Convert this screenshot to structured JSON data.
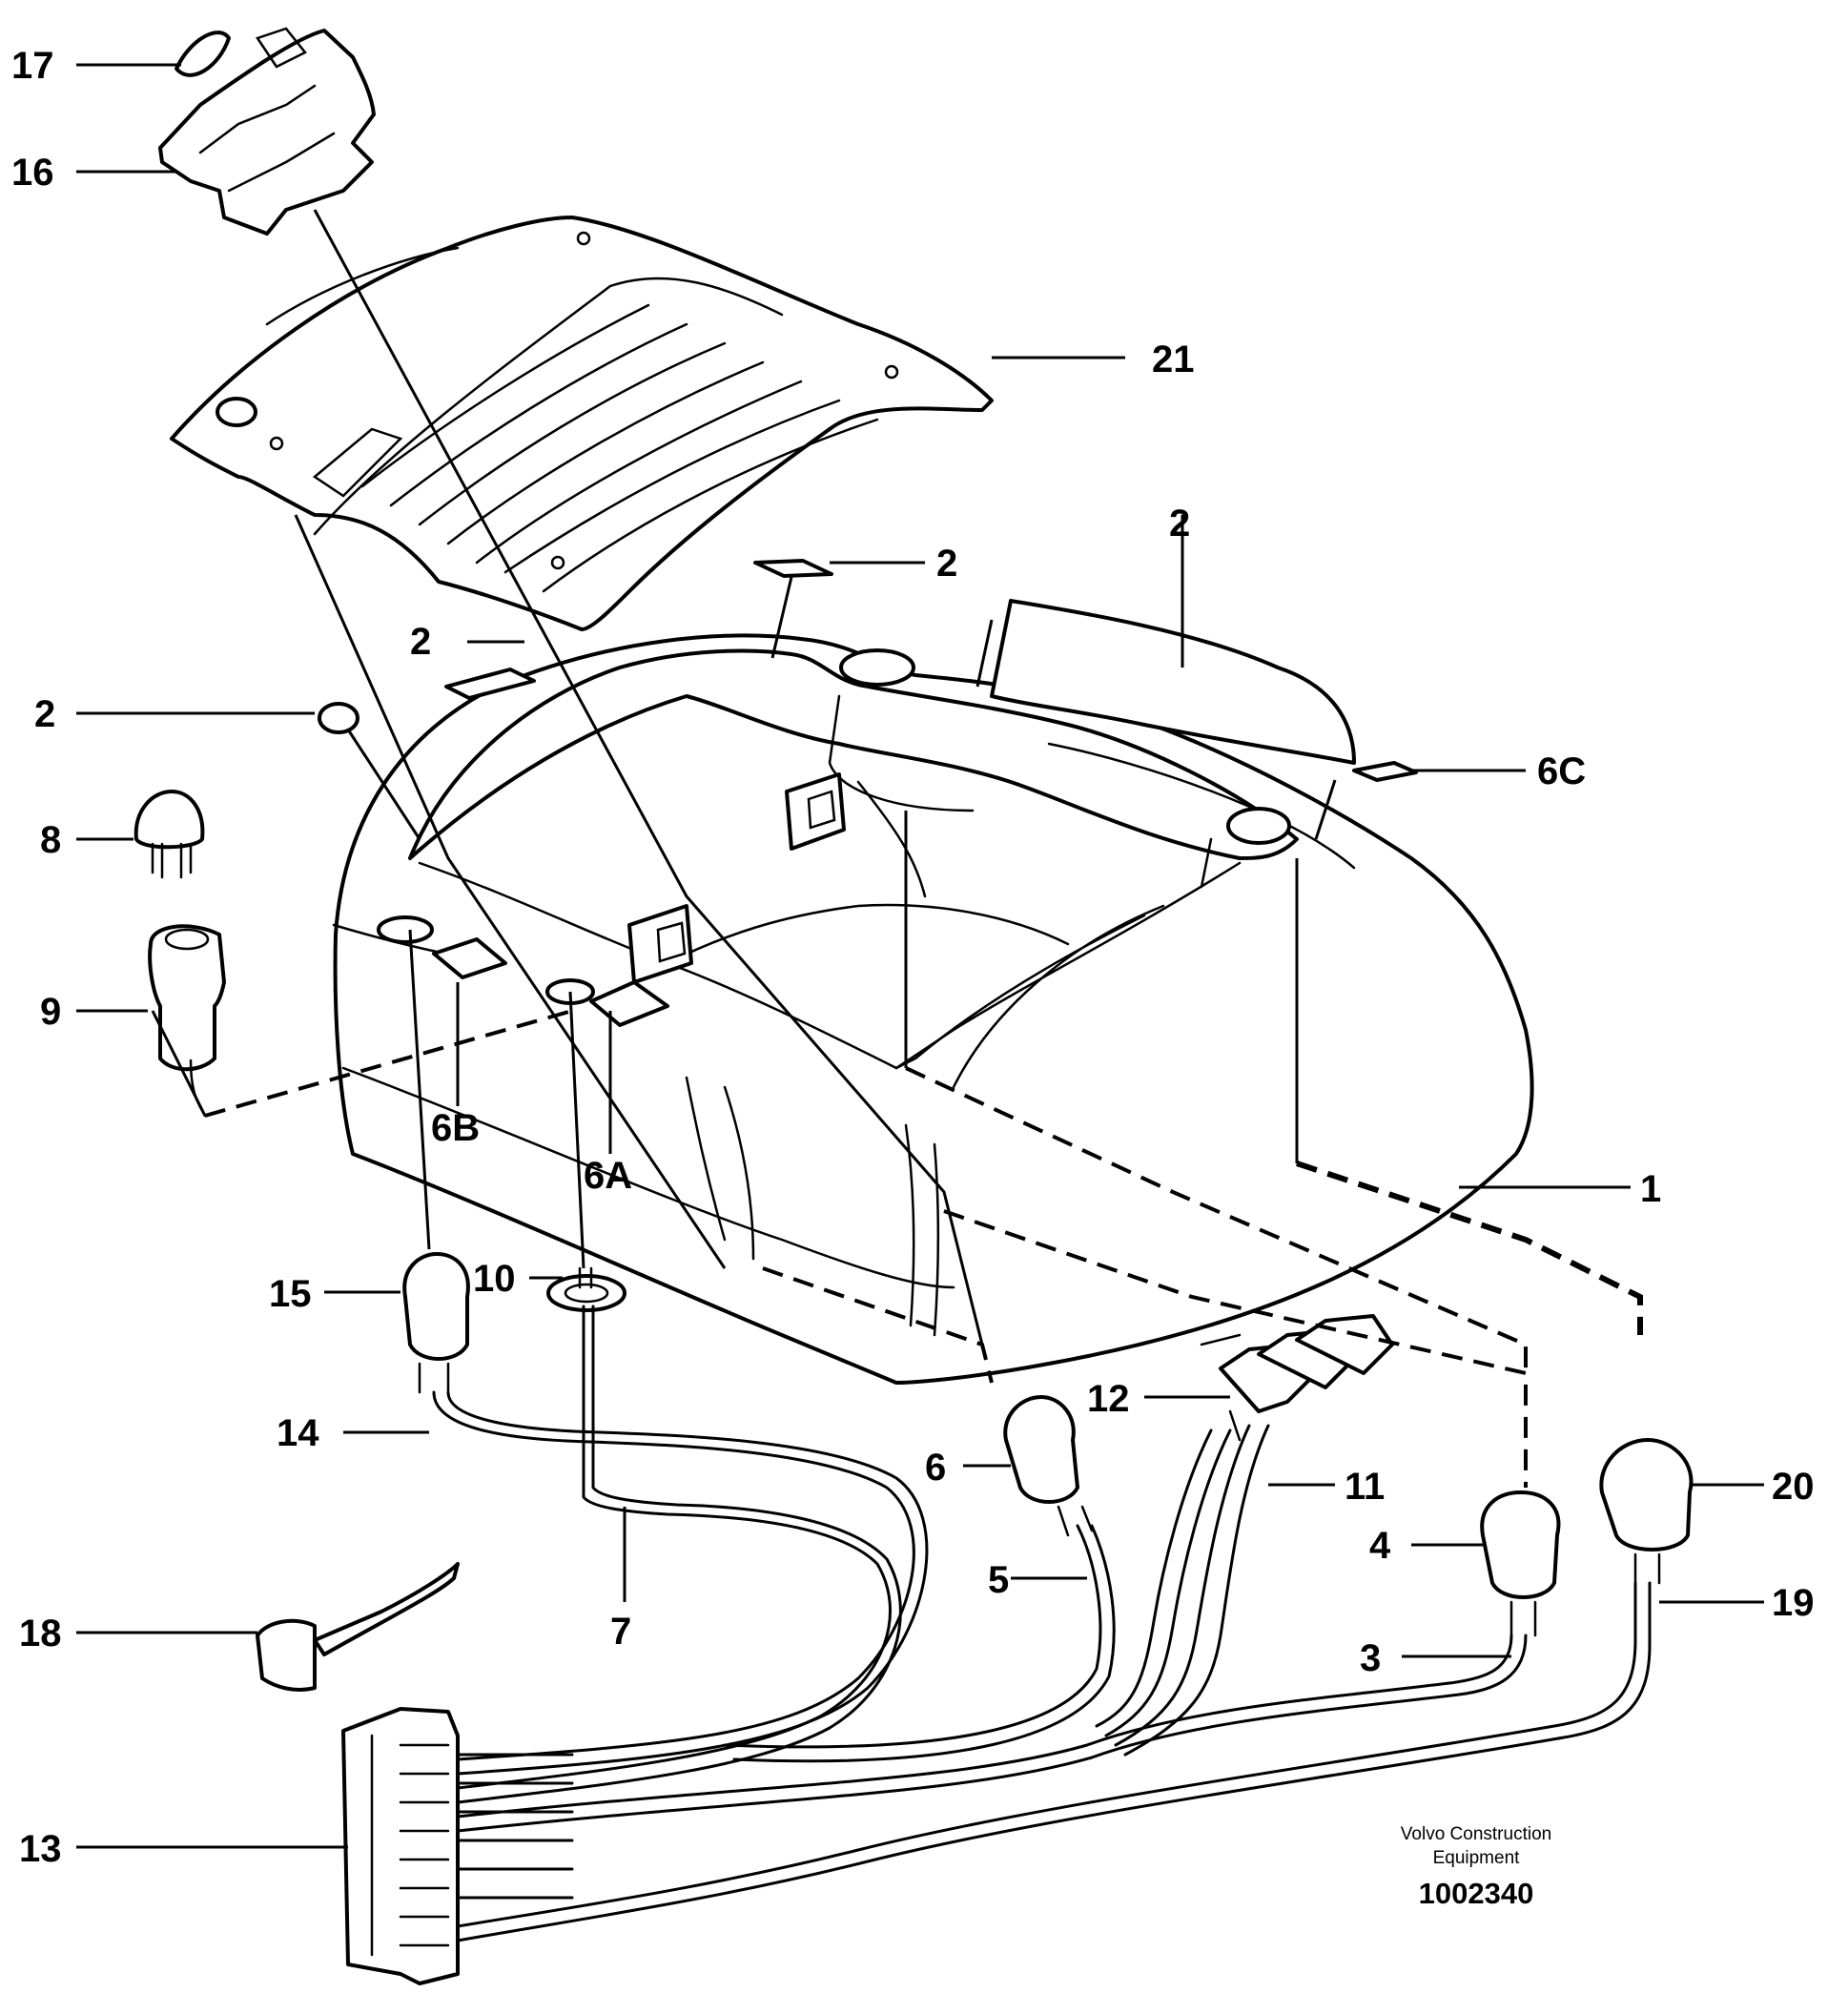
{
  "callouts": [
    {
      "id": "c17",
      "label": "17"
    },
    {
      "id": "c16",
      "label": "16"
    },
    {
      "id": "c21",
      "label": "21"
    },
    {
      "id": "c2a",
      "label": "2"
    },
    {
      "id": "c2b",
      "label": "2"
    },
    {
      "id": "c2c",
      "label": "2"
    },
    {
      "id": "c2d",
      "label": "2"
    },
    {
      "id": "c6c",
      "label": "6C"
    },
    {
      "id": "c8",
      "label": "8"
    },
    {
      "id": "c9",
      "label": "9"
    },
    {
      "id": "c6b",
      "label": "6B"
    },
    {
      "id": "c6a",
      "label": "6A"
    },
    {
      "id": "c1",
      "label": "1"
    },
    {
      "id": "c15",
      "label": "15"
    },
    {
      "id": "c10",
      "label": "10"
    },
    {
      "id": "c14",
      "label": "14"
    },
    {
      "id": "c12",
      "label": "12"
    },
    {
      "id": "c6",
      "label": "6"
    },
    {
      "id": "c11",
      "label": "11"
    },
    {
      "id": "c20",
      "label": "20"
    },
    {
      "id": "c4",
      "label": "4"
    },
    {
      "id": "c5",
      "label": "5"
    },
    {
      "id": "c7",
      "label": "7"
    },
    {
      "id": "c19",
      "label": "19"
    },
    {
      "id": "c18",
      "label": "18"
    },
    {
      "id": "c3",
      "label": "3"
    },
    {
      "id": "c13",
      "label": "13"
    }
  ],
  "footer": {
    "line1": "Volvo Construction",
    "line2": "Equipment",
    "number": "1002340"
  }
}
